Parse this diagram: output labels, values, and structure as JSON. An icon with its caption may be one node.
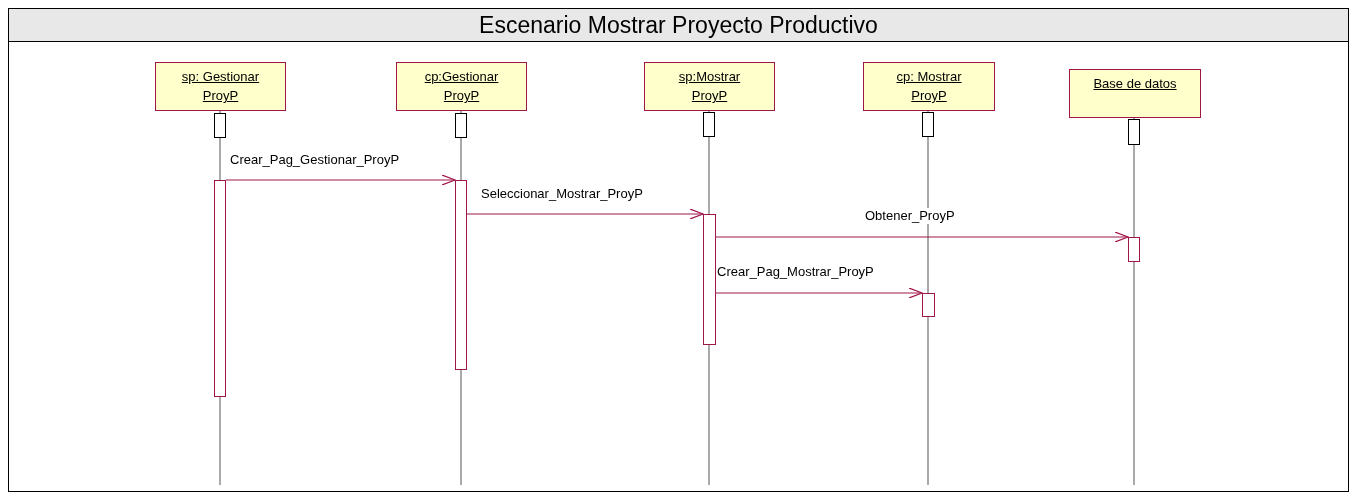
{
  "diagram": {
    "title": "Escenario Mostrar Proyecto Productivo",
    "nodes": [
      {
        "text": [
          "sp: Gestionar ProyP"
        ]
      },
      {
        "text": [
          "cp:Gestionar ProyP"
        ]
      },
      {
        "text": [
          "sp:Mostrar ProyP"
        ]
      },
      {
        "text": [
          "cp: Mostrar ProyP"
        ]
      },
      {
        "text": [
          "Base de datos"
        ]
      },
      {
        "text": [],
        "shape": "bar"
      },
      {
        "text": [],
        "shape": "bar"
      },
      {
        "text": [],
        "shape": "bar"
      },
      {
        "text": [],
        "shape": "bar"
      },
      {
        "text": [],
        "shape": "bar"
      },
      {
        "text": [],
        "shape": "bar"
      },
      {
        "text": [],
        "shape": "bar"
      },
      {
        "text": [],
        "shape": "bar"
      },
      {
        "text": [],
        "shape": "bar"
      },
      {
        "text": [],
        "shape": "bar"
      }
    ],
    "edges": [
      {
        "from": 10,
        "to": 11,
        "arrow": "to",
        "label": "Crear_Pag_Gestionar_ProyP"
      },
      {
        "from": 11,
        "to": 12,
        "arrow": "to",
        "label": "Seleccionar_Mostrar_ProyP"
      },
      {
        "from": 12,
        "to": 13,
        "arrow": "to",
        "label": "Obtener_ProyP"
      },
      {
        "from": 12,
        "to": 14,
        "arrow": "to",
        "label": "Crear_Pag_Mostrar_ProyP"
      }
    ]
  }
}
